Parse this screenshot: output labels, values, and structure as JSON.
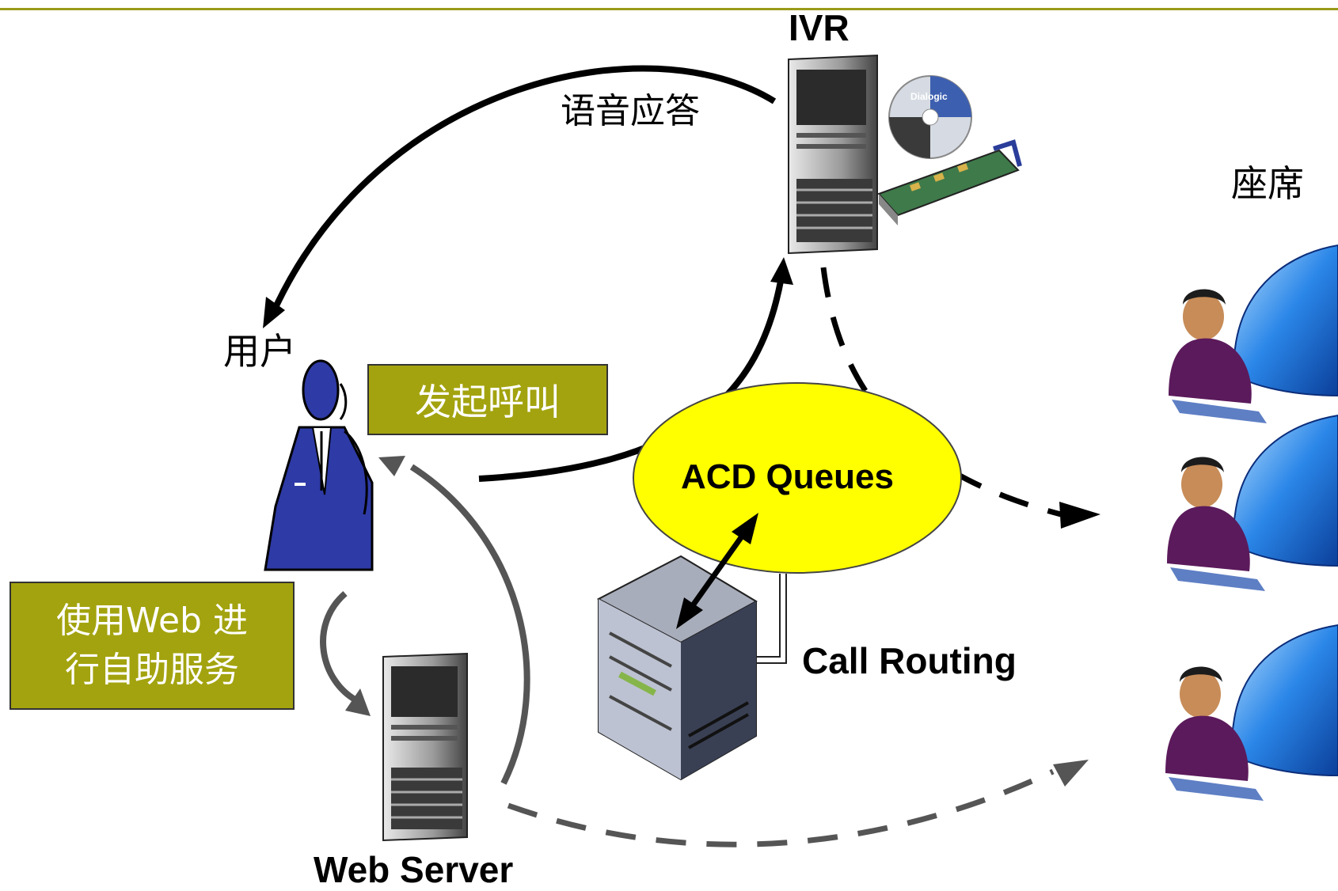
{
  "labels": {
    "ivr": "IVR",
    "voice_response": "语音应答",
    "agents": "座席",
    "user": "用户",
    "initiate_call": "发起呼叫",
    "web_self_service_line1": "使用Web 进",
    "web_self_service_line2": "行自助服务",
    "acd_queues": "ACD Queues",
    "call_routing": "Call Routing",
    "web_server": "Web Server",
    "card_brand": "Dialogic"
  },
  "colors": {
    "accent_box": "#a3a30f",
    "acd_ellipse": "#ffff00",
    "top_rule": "#9a9a1a",
    "user_figure": "#2e3aa5",
    "arrow_dark": "#000000",
    "arrow_gray": "#555555"
  }
}
